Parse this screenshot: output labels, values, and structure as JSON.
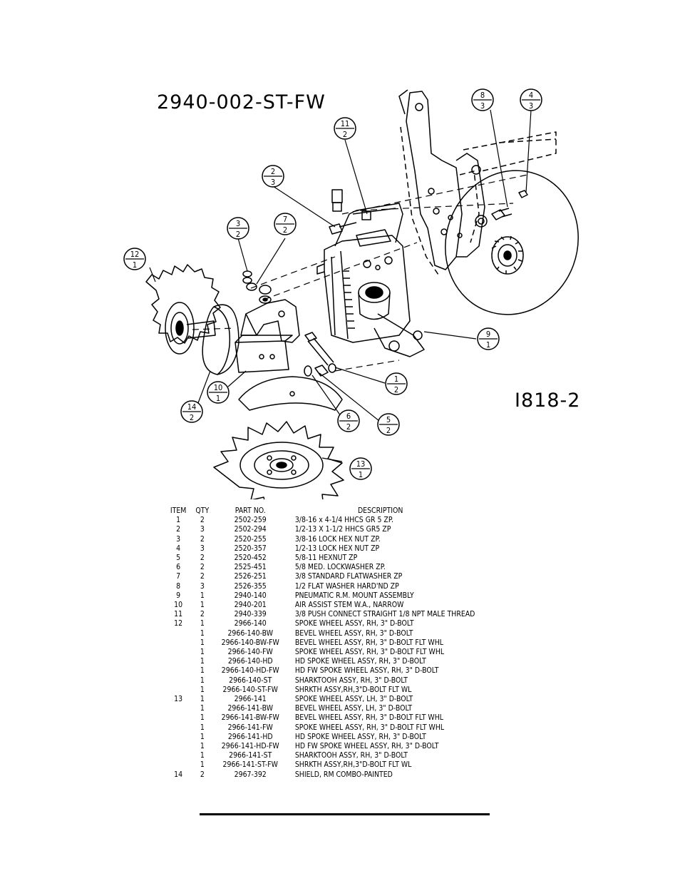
{
  "header": {
    "assembly_no": "2940-002-ST-FW",
    "figure_no": "I818-2"
  },
  "balloons": [
    {
      "item": "1",
      "qty": "2"
    },
    {
      "item": "2",
      "qty": "3"
    },
    {
      "item": "3",
      "qty": "2"
    },
    {
      "item": "4",
      "qty": "3"
    },
    {
      "item": "5",
      "qty": "2"
    },
    {
      "item": "6",
      "qty": "2"
    },
    {
      "item": "7",
      "qty": "2"
    },
    {
      "item": "8",
      "qty": "3"
    },
    {
      "item": "9",
      "qty": "1"
    },
    {
      "item": "10",
      "qty": "1"
    },
    {
      "item": "11",
      "qty": "2"
    },
    {
      "item": "12",
      "qty": "1"
    },
    {
      "item": "13",
      "qty": "1"
    },
    {
      "item": "14",
      "qty": "2"
    }
  ],
  "table": {
    "columns": [
      "ITEM",
      "QTY",
      "PART NO.",
      "DESCRIPTION"
    ],
    "rows": [
      [
        "1",
        "2",
        "2502-259",
        "3/8-16 x 4-1/4 HHCS GR 5 ZP."
      ],
      [
        "2",
        "3",
        "2502-294",
        "1/2-13 X 1-1/2 HHCS GR5 ZP"
      ],
      [
        "3",
        "2",
        "2520-255",
        "3/8-16 LOCK HEX NUT ZP."
      ],
      [
        "4",
        "3",
        "2520-357",
        "1/2-13 LOCK HEX NUT ZP"
      ],
      [
        "5",
        "2",
        "2520-452",
        "5/8-11 HEXNUT ZP"
      ],
      [
        "6",
        "2",
        "2525-451",
        "5/8 MED. LOCKWASHER ZP."
      ],
      [
        "7",
        "2",
        "2526-251",
        "3/8 STANDARD FLATWASHER ZP"
      ],
      [
        "8",
        "3",
        "2526-355",
        "1/2 FLAT WASHER HARD'ND ZP"
      ],
      [
        "9",
        "1",
        "2940-140",
        "PNEUMATIC R.M. MOUNT ASSEMBLY"
      ],
      [
        "10",
        "1",
        "2940-201",
        "AIR ASSIST STEM W.A., NARROW"
      ],
      [
        "11",
        "2",
        "2940-339",
        "3/8 PUSH CONNECT STRAIGHT 1/8 NPT MALE THREAD"
      ],
      [
        "12",
        "1",
        "2966-140",
        "SPOKE WHEEL ASSY, RH, 3\" D-BOLT"
      ],
      [
        "",
        "1",
        "2966-140-BW",
        "BEVEL WHEEL ASSY, RH, 3\" D-BOLT"
      ],
      [
        "",
        "1",
        "2966-140-BW-FW",
        "BEVEL WHEEL ASSY, RH, 3\" D-BOLT FLT WHL"
      ],
      [
        "",
        "1",
        "2966-140-FW",
        "SPOKE WHEEL ASSY, RH, 3\" D-BOLT FLT WHL"
      ],
      [
        "",
        "1",
        "2966-140-HD",
        "HD SPOKE WHEEL ASSY, RH, 3\" D-BOLT"
      ],
      [
        "",
        "1",
        "2966-140-HD-FW",
        "HD FW SPOKE WHEEL ASSY, RH, 3\" D-BOLT"
      ],
      [
        "",
        "1",
        "2966-140-ST",
        "SHARKTOOH ASSY, RH, 3\" D-BOLT"
      ],
      [
        "",
        "1",
        "2966-140-ST-FW",
        "SHRKTH ASSY,RH,3\"D-BOLT FLT WL"
      ],
      [
        "13",
        "1",
        "2966-141",
        "SPOKE WHEEL ASSY, LH, 3\" D-BOLT"
      ],
      [
        "",
        "1",
        "2966-141-BW",
        "BEVEL WHEEL ASSY, LH, 3\" D-BOLT"
      ],
      [
        "",
        "1",
        "2966-141-BW-FW",
        "BEVEL WHEEL ASSY, RH, 3\" D-BOLT FLT WHL"
      ],
      [
        "",
        "1",
        "2966-141-FW",
        "SPOKE WHEEL ASSY, RH, 3\" D-BOLT FLT WHL"
      ],
      [
        "",
        "1",
        "2966-141-HD",
        "HD SPOKE WHEEL ASSY, RH, 3\" D-BOLT"
      ],
      [
        "",
        "1",
        "2966-141-HD-FW",
        "HD FW SPOKE WHEEL ASSY, RH, 3\" D-BOLT"
      ],
      [
        "",
        "1",
        "2966-141-ST",
        "SHARKTOOH ASSY, RH, 3\" D-BOLT"
      ],
      [
        "",
        "1",
        "2966-141-ST-FW",
        "SHRKTH ASSY,RH,3\"D-BOLT FLT WL"
      ],
      [
        "14",
        "2",
        "2967-392",
        "SHIELD, RM COMBO-PAINTED"
      ]
    ]
  }
}
